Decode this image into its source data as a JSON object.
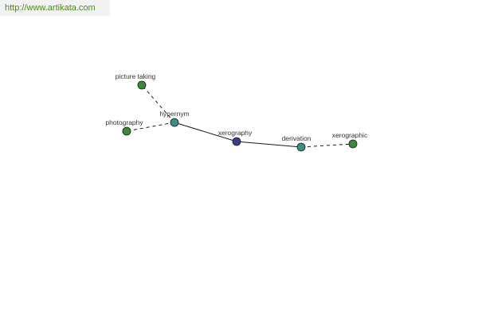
{
  "site": {
    "url_text": "http://www.artikata.com"
  },
  "colors": {
    "center": "#3d3d8f",
    "relation": "#3a8f86",
    "term": "#3a8a3a",
    "stroke": "#1a1a1a",
    "banner_text": "#4a8a1a"
  },
  "graph": {
    "nodes": [
      {
        "id": "xerography",
        "label": "xerography",
        "kind": "center"
      },
      {
        "id": "hypernym",
        "label": "hypernym",
        "kind": "relation"
      },
      {
        "id": "derivation",
        "label": "derivation",
        "kind": "relation"
      },
      {
        "id": "picture_taking",
        "label": "picture taking",
        "kind": "term"
      },
      {
        "id": "photography",
        "label": "photography",
        "kind": "term"
      },
      {
        "id": "xerographic",
        "label": "xerographic",
        "kind": "term"
      }
    ],
    "edges": [
      {
        "from": "xerography",
        "to": "hypernym",
        "style": "solid"
      },
      {
        "from": "xerography",
        "to": "derivation",
        "style": "solid"
      },
      {
        "from": "hypernym",
        "to": "picture_taking",
        "style": "dashed"
      },
      {
        "from": "hypernym",
        "to": "photography",
        "style": "dashed"
      },
      {
        "from": "derivation",
        "to": "xerographic",
        "style": "dashed"
      }
    ]
  }
}
